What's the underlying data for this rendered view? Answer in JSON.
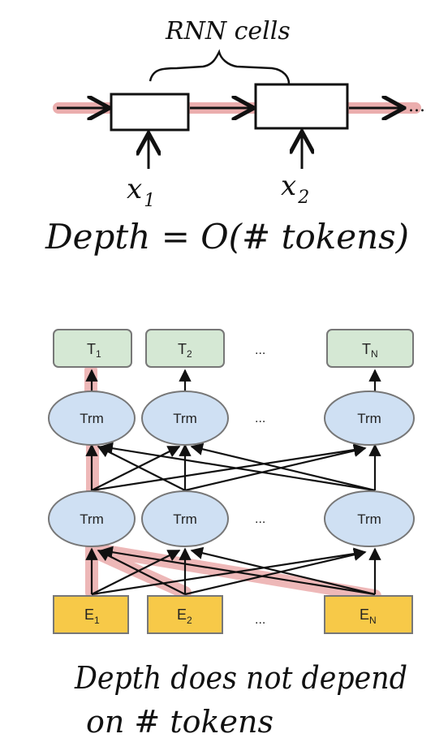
{
  "rnn": {
    "caption_top": "RNN cells",
    "x1_main": "x",
    "x1_sub": "1",
    "x2_main": "x",
    "x2_sub": "2",
    "trailing": "...",
    "depth_text": "Depth = O(# tokens)"
  },
  "transformer": {
    "outputs": [
      {
        "main": "T",
        "sub": "1"
      },
      {
        "main": "T",
        "sub": "2"
      },
      {
        "main": "T",
        "sub": "N"
      }
    ],
    "hidden_label": "Trm",
    "inputs": [
      {
        "main": "E",
        "sub": "1"
      },
      {
        "main": "E",
        "sub": "2"
      },
      {
        "main": "E",
        "sub": "N"
      }
    ],
    "ellipsis": "...",
    "caption_line1": "Depth does not depend",
    "caption_line2": "on # tokens"
  },
  "colors": {
    "highlight": "#e8a0a0",
    "output_fill": "#d5e8d4",
    "node_fill": "#cfe0f3",
    "input_fill": "#f7c948"
  }
}
